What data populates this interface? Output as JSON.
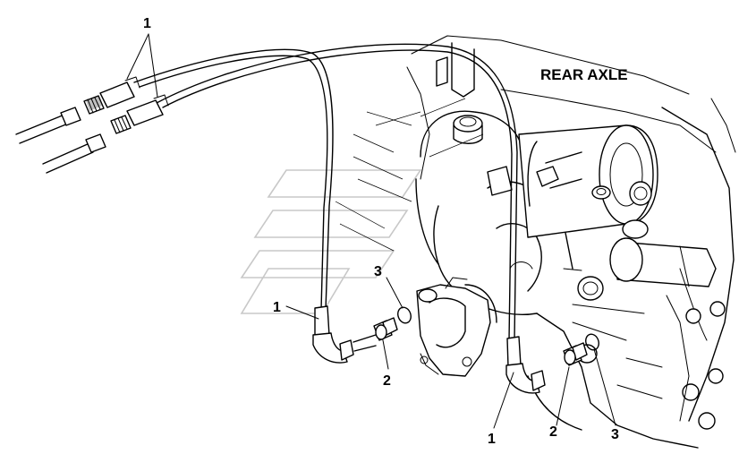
{
  "diagram": {
    "title": "REAR AXLE",
    "callouts": {
      "top_hose": "1",
      "left_hose": "1",
      "left_adapter": "2",
      "left_oring": "3",
      "right_hose": "1",
      "right_adapter": "2",
      "right_oring": "3"
    }
  }
}
